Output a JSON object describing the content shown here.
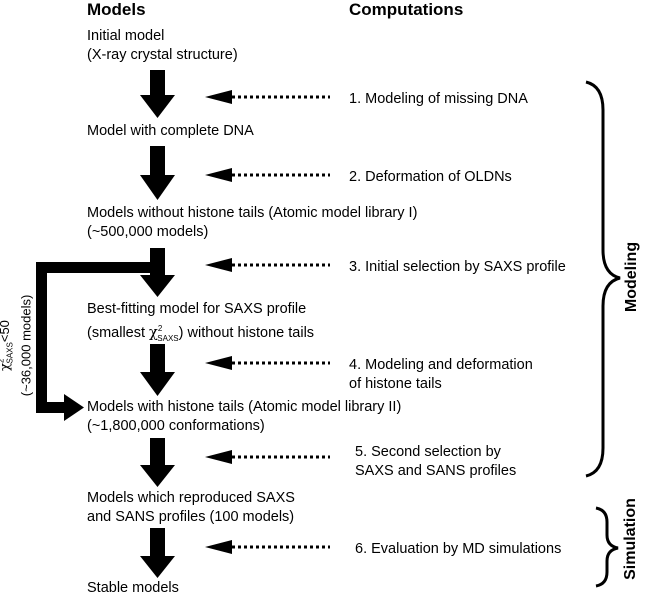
{
  "headers": {
    "models": "Models",
    "computations": "Computations"
  },
  "models": [
    {
      "line1": "Initial model",
      "line2": "(X-ray crystal structure)"
    },
    {
      "line1": "Model with complete DNA"
    },
    {
      "line1": "Models without histone tails (Atomic model library I)",
      "line2": "(~500,000 models)"
    },
    {
      "line1a": "Best-fitting model for SAXS profile",
      "line2a": "(smallest ",
      "chi": "χ",
      "sup": "2",
      "sub": "SAXS",
      "line2b": ") without histone tails"
    },
    {
      "line1": "Models with histone tails (Atomic model library II)",
      "line2": "(~1,800,000 conformations)"
    },
    {
      "line1": "Models which reproduced SAXS",
      "line2": "and SANS profiles (100 models)"
    },
    {
      "line1": "Stable models"
    }
  ],
  "computations": [
    {
      "line1": "1. Modeling of missing DNA"
    },
    {
      "line1": "2. Deformation of OLDNs"
    },
    {
      "line1": "3. Initial selection by SAXS profile"
    },
    {
      "line1": "4. Modeling and deformation",
      "line2": "of histone tails"
    },
    {
      "line1": "5. Second selection by",
      "line2": "SAXS and SANS profiles"
    },
    {
      "line1": "6. Evaluation by MD simulations"
    }
  ],
  "bypass": {
    "chi": "χ",
    "sup": "2",
    "sub": "SAXS",
    "cond": "<50",
    "count": "(~36,000 models)"
  },
  "groups": {
    "modeling": "Modeling",
    "simulation": "Simulation"
  },
  "colors": {
    "ink": "#000000"
  }
}
